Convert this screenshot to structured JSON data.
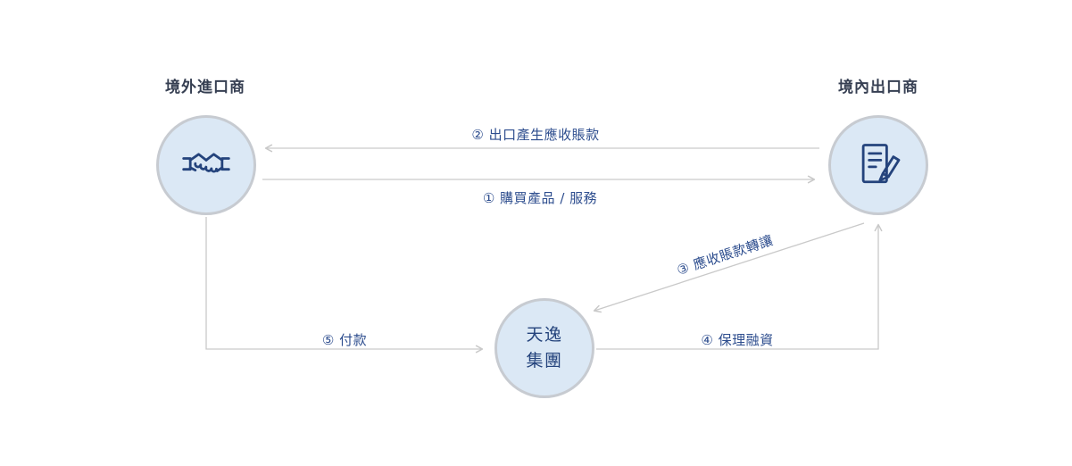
{
  "nodes": {
    "importer": {
      "title": "境外進口商",
      "icon": "handshake-icon"
    },
    "exporter": {
      "title": "境內出口商",
      "icon": "document-pen-icon"
    },
    "tianyi": {
      "line1": "天逸",
      "line2": "集團"
    }
  },
  "flows": {
    "flow1": {
      "label": "① 購買產品 / 服務",
      "from": "importer",
      "to": "exporter"
    },
    "flow2": {
      "label": "② 出口產生應收賬款",
      "from": "exporter",
      "to": "importer"
    },
    "flow3": {
      "label": "③ 應收賬款轉讓",
      "from": "exporter",
      "to": "tianyi"
    },
    "flow4": {
      "label": "④ 保理融資",
      "from": "tianyi",
      "to": "exporter"
    },
    "flow5": {
      "label": "⑤ 付款",
      "from": "importer",
      "to": "tianyi"
    }
  },
  "colors": {
    "icon_navy": "#24437c",
    "label_blue": "#2d4d8e",
    "title_dark": "#363f52",
    "node_fill": "#dbe8f5",
    "node_ring": "#c7cbd1",
    "arrow_gray": "#c9c9c9",
    "background": "#ffffff"
  }
}
